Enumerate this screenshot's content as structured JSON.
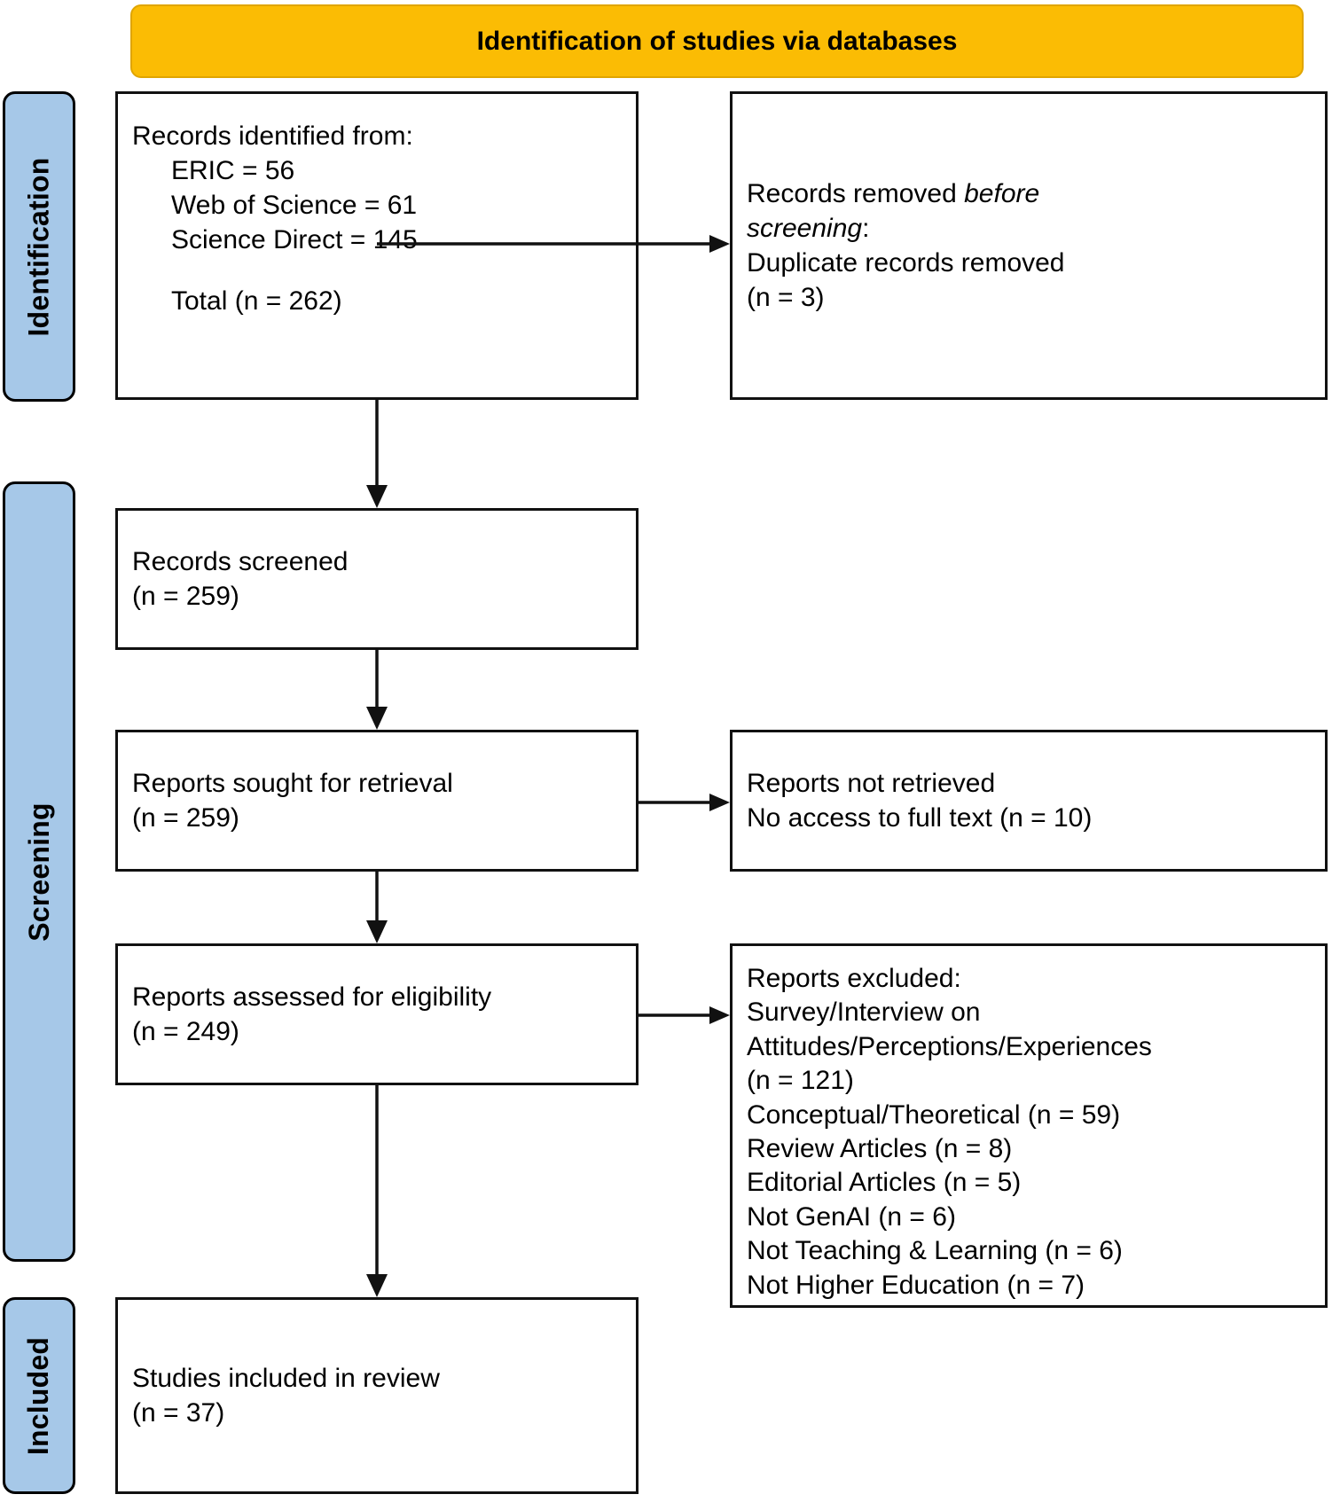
{
  "header": {
    "title": "Identification of studies via databases",
    "color": "#fbbc04"
  },
  "stages": [
    {
      "key": "identification",
      "label": "Identification",
      "color": "#a6c8e8"
    },
    {
      "key": "screening",
      "label": "Screening",
      "color": "#a6c8e8"
    },
    {
      "key": "included",
      "label": "Included",
      "color": "#a6c8e8"
    }
  ],
  "boxes": {
    "records_identified": {
      "title": "Records identified from:",
      "sources": [
        "ERIC = 56",
        "Web of Science = 61",
        "Science Direct = 145"
      ],
      "total": "Total (n = 262)"
    },
    "records_removed": {
      "line1_prefix": "Records removed ",
      "line1_em": "before",
      "line2_em": "screening",
      "line2_suffix": ":",
      "line3": "Duplicate records removed",
      "line4": "(n = 3)"
    },
    "records_screened": {
      "label": "Records screened",
      "count": "(n = 259)"
    },
    "reports_sought": {
      "label": "Reports sought for retrieval",
      "count": "(n = 259)"
    },
    "reports_not_retrieved": {
      "label": "Reports not retrieved",
      "reason": "No access to full text (n = 10)"
    },
    "reports_assessed": {
      "label": "Reports assessed for eligibility",
      "count": "(n = 249)"
    },
    "reports_excluded": {
      "title": "Reports excluded:",
      "reasons": [
        "Survey/Interview on",
        "Attitudes/Perceptions/Experiences",
        "(n = 121)",
        "Conceptual/Theoretical (n = 59)",
        "Review Articles (n = 8)",
        "Editorial Articles (n = 5)",
        "Not GenAI (n = 6)",
        "Not Teaching & Learning (n = 6)",
        "Not Higher Education (n = 7)"
      ]
    },
    "studies_included": {
      "label": "Studies included in review",
      "count": "(n = 37)"
    }
  }
}
